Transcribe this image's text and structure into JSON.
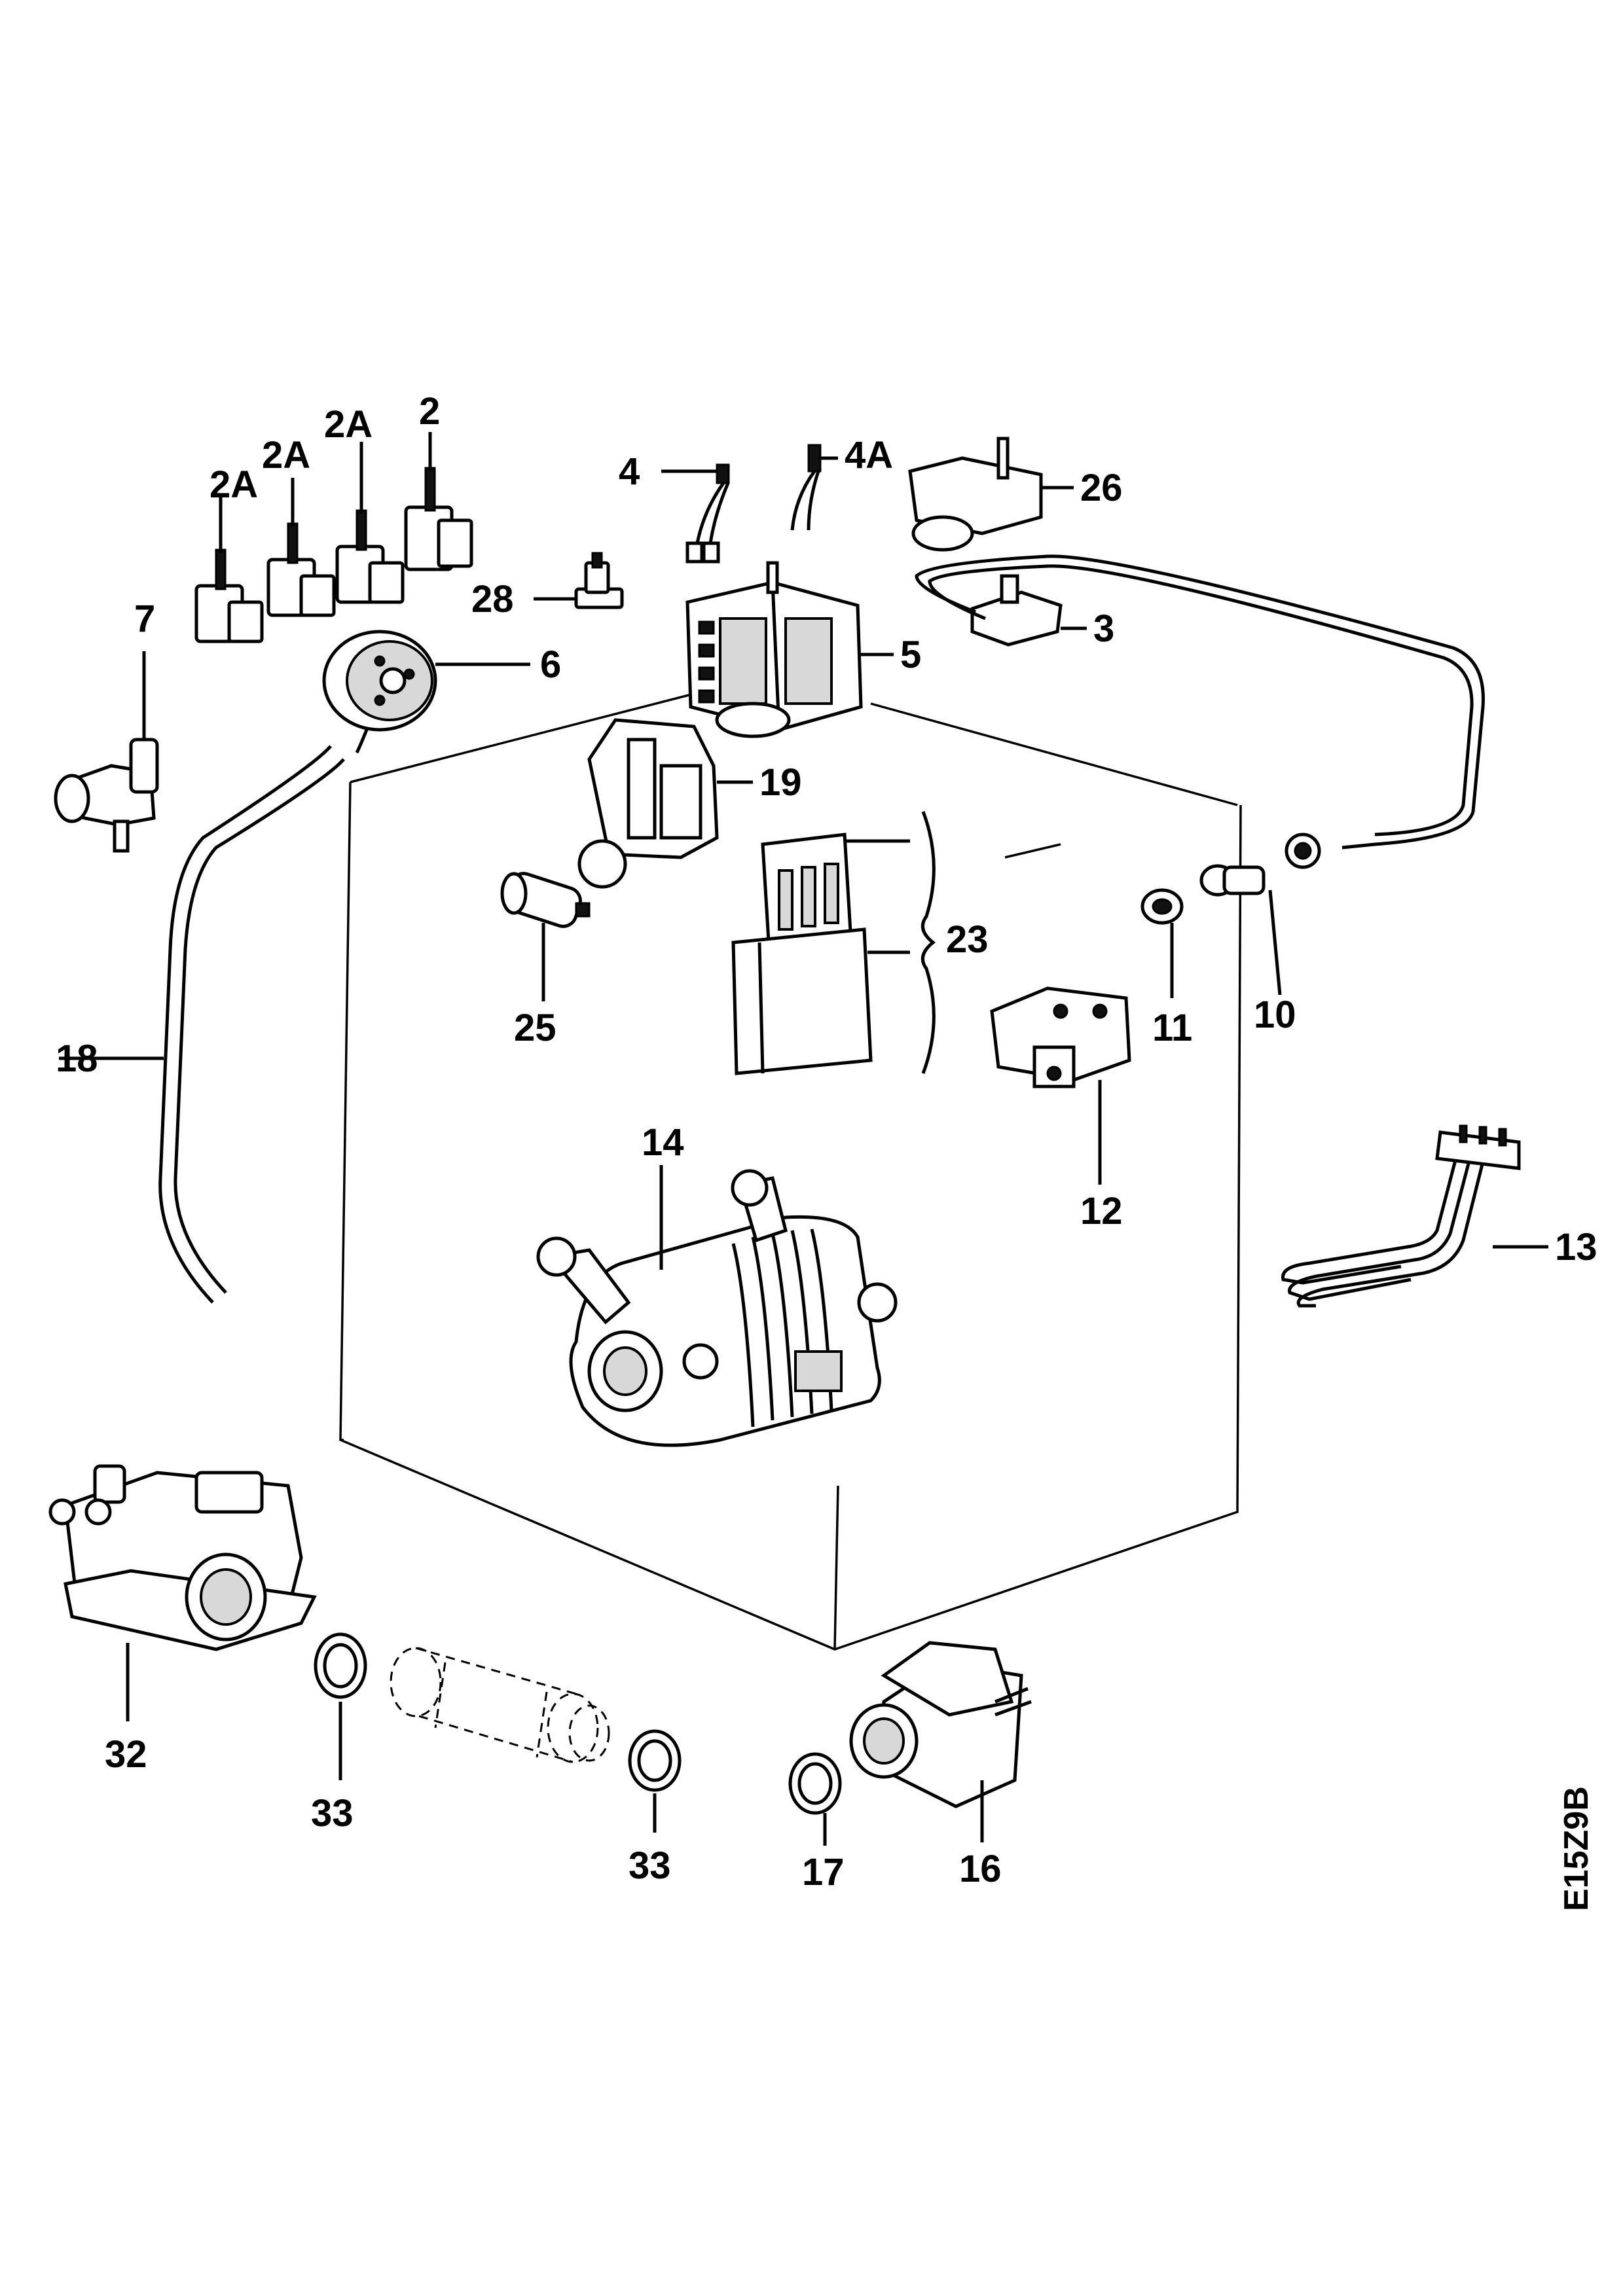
{
  "diagram": {
    "labels": {
      "p2a_1": "2A",
      "p2a_2": "2A",
      "p2a_3": "2A",
      "p2": "2",
      "p4": "4",
      "p4a": "4A",
      "p26": "26",
      "p28": "28",
      "p3": "3",
      "p5": "5",
      "p6": "6",
      "p7": "7",
      "p19": "19",
      "p23": "23",
      "p25": "25",
      "p11": "11",
      "p10": "10",
      "p12": "12",
      "p18": "18",
      "p14": "14",
      "p13": "13",
      "p32": "32",
      "p33a": "33",
      "p33b": "33",
      "p17": "17",
      "p16": "16"
    },
    "drawing_code": "E15Z9B"
  }
}
